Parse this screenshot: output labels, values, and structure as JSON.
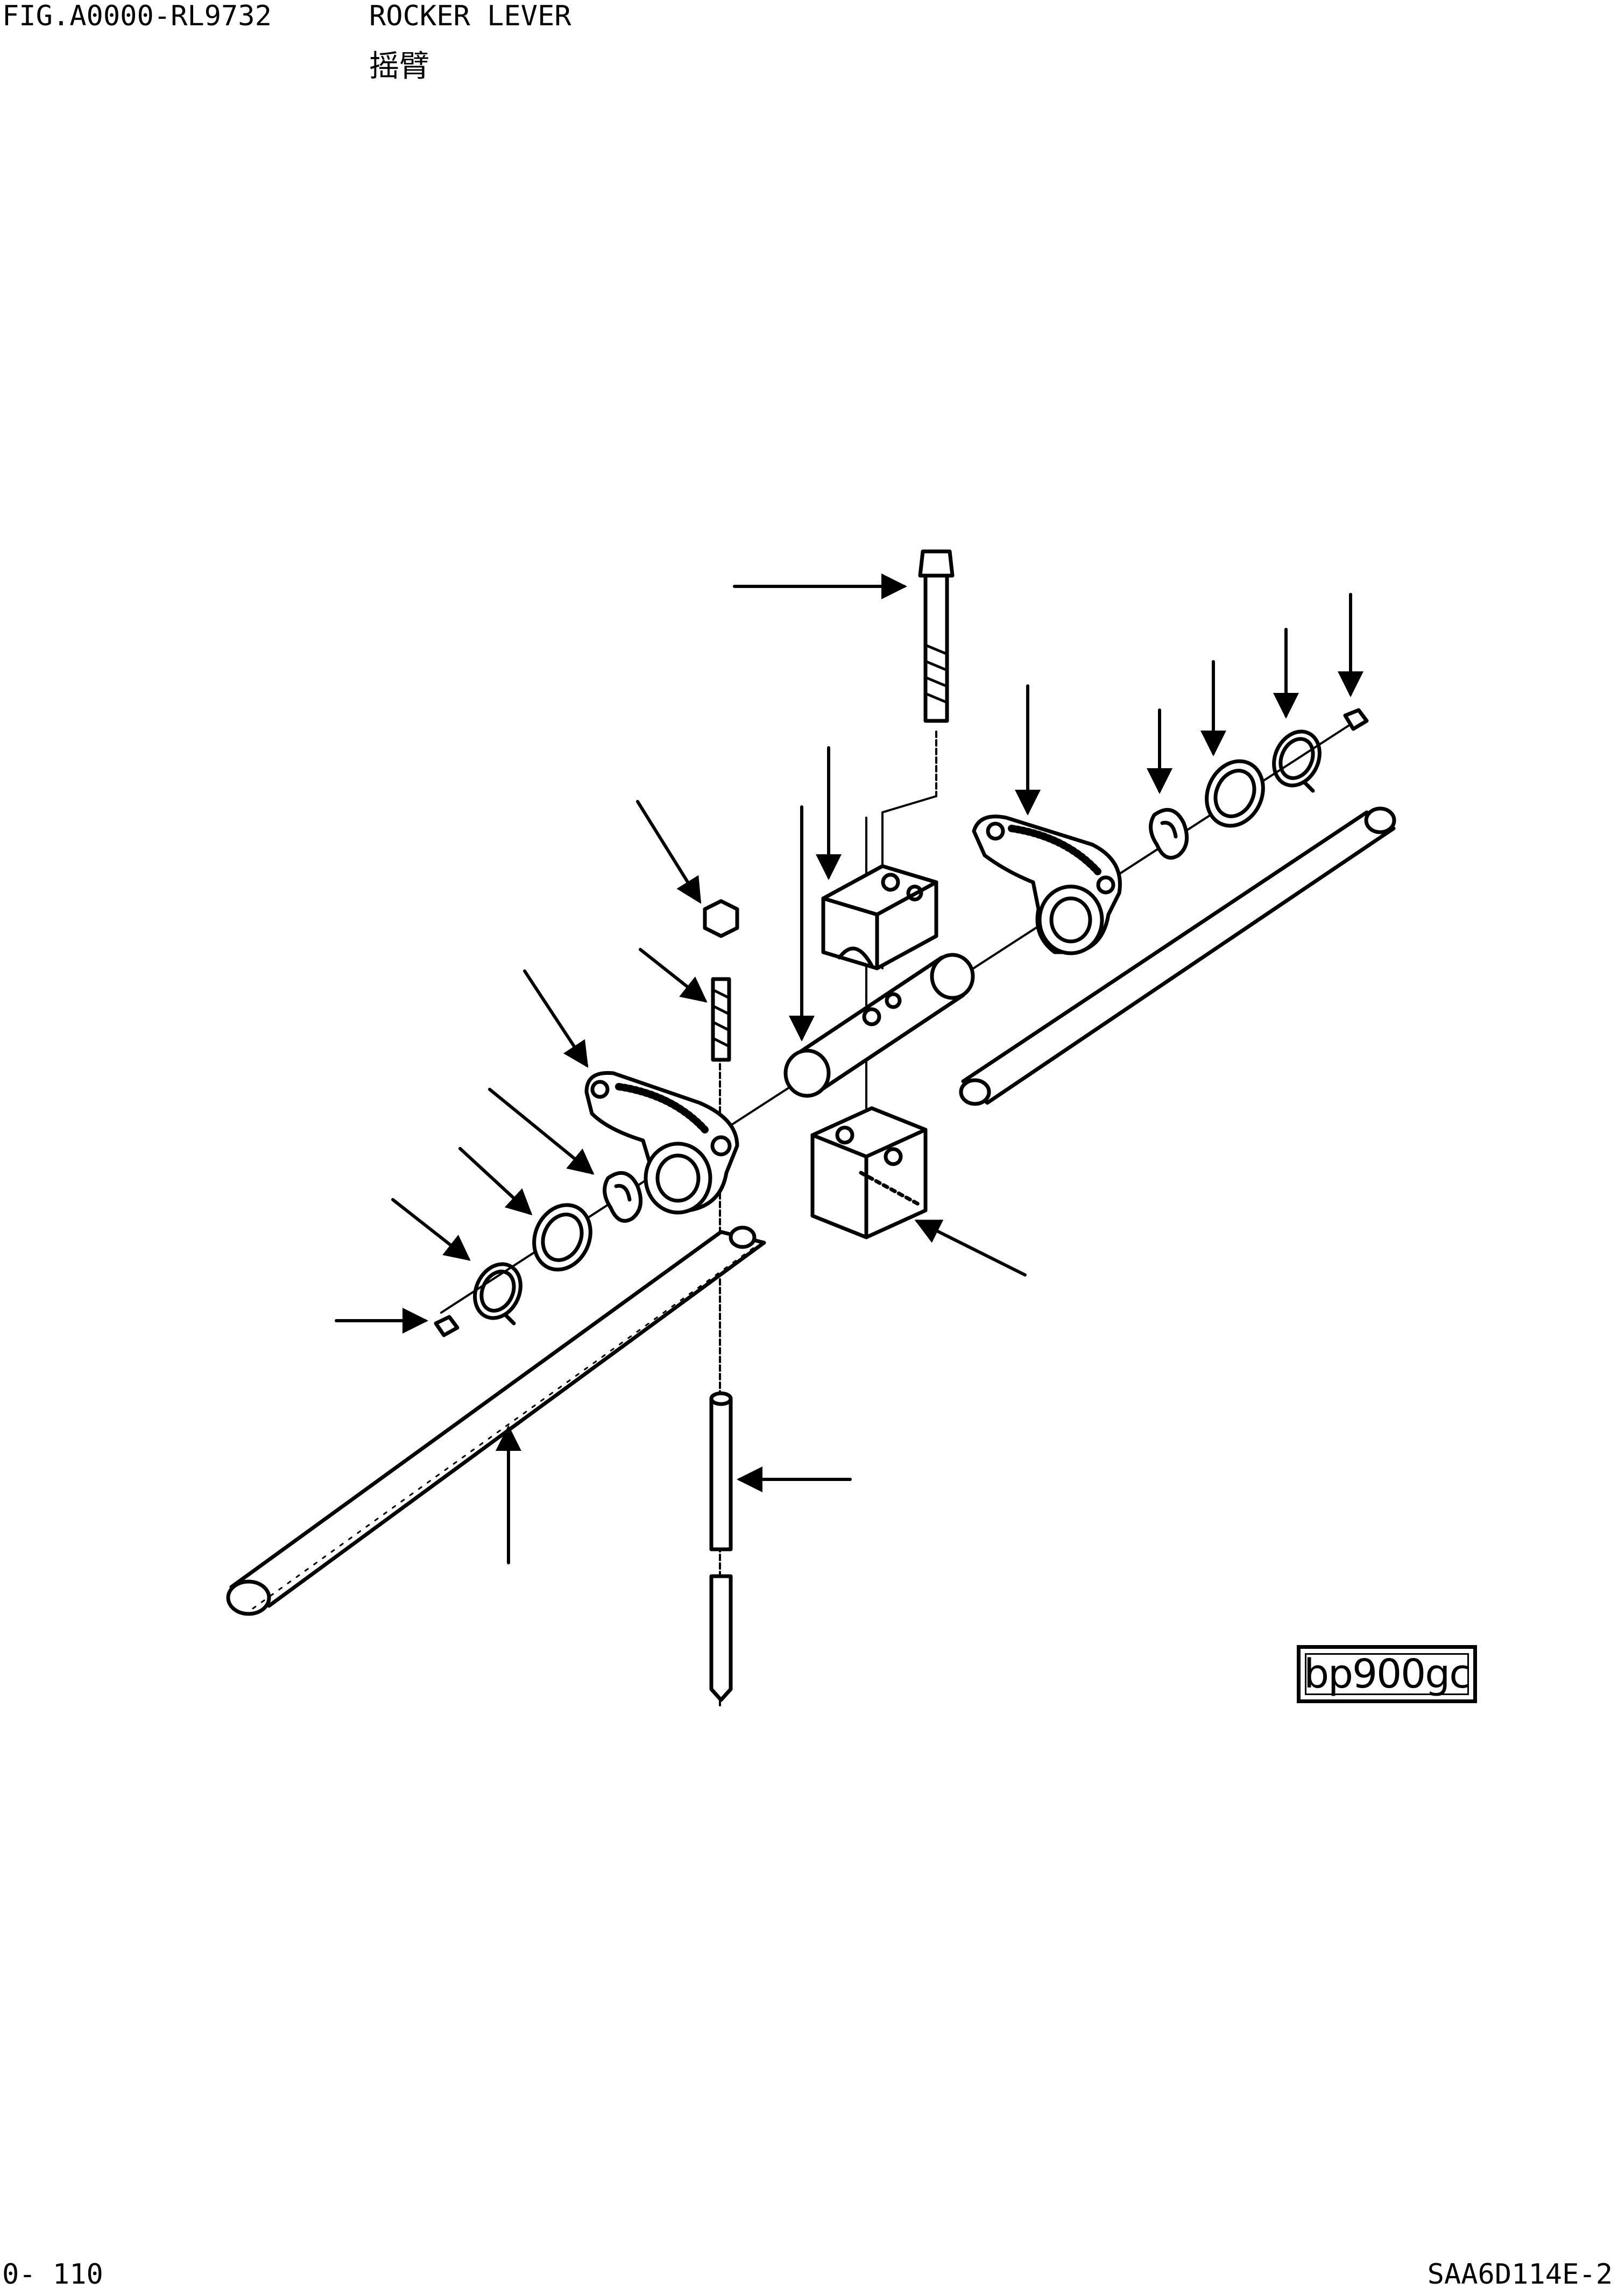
{
  "header": {
    "figure_id": "FIG.A0000-RL9732",
    "title": "ROCKER LEVER",
    "subtitle": "摇臂"
  },
  "footer": {
    "page_number": "0- 110",
    "model_code": "SAA6D114E-2"
  },
  "diagram": {
    "drawing_code": "bp900gc",
    "line_color": "#000000",
    "background_color": "#ffffff"
  }
}
